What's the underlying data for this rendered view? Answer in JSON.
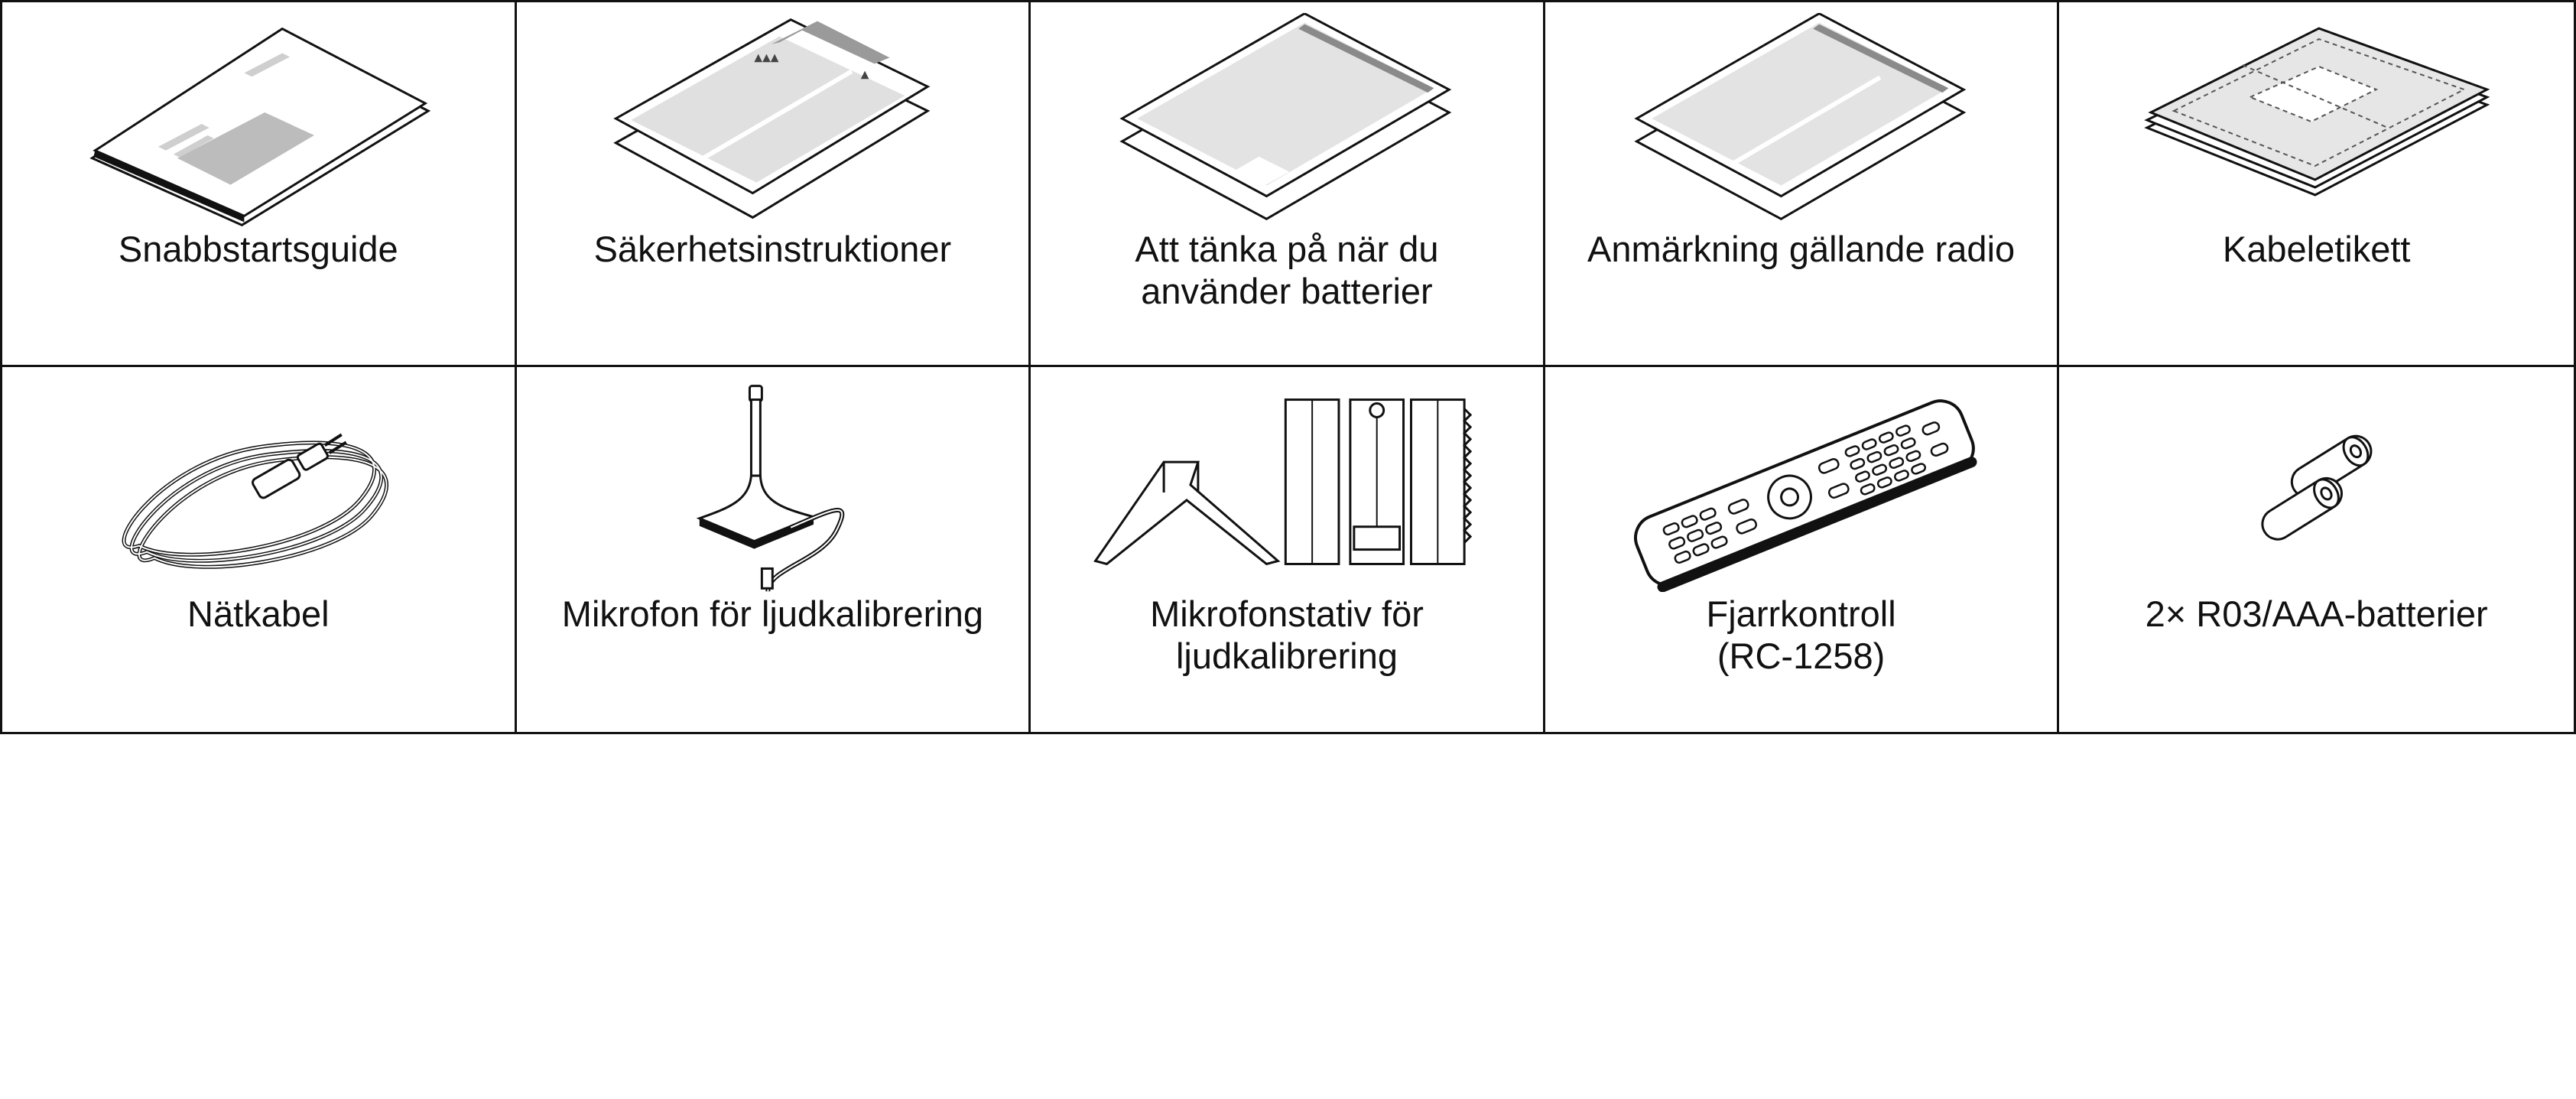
{
  "items": [
    {
      "label": "Snabbstartsguide",
      "icon": "quick-start-guide-icon"
    },
    {
      "label": "Säkerhetsinstruktioner",
      "icon": "safety-instructions-icon"
    },
    {
      "label": "Att tänka på när du\nanvänder batterier",
      "icon": "battery-notes-icon"
    },
    {
      "label": "Anmärkning gällande radio",
      "icon": "radio-notes-icon"
    },
    {
      "label": "Kabeletikett",
      "icon": "cable-label-icon"
    },
    {
      "label": "Nätkabel",
      "icon": "power-cord-icon"
    },
    {
      "label": "Mikrofon för ljudkalibrering",
      "icon": "microphone-icon"
    },
    {
      "label": "Mikrofonstativ för\nljudkalibrering",
      "icon": "microphone-stand-icon"
    },
    {
      "label": "Fjarrkontroll\n(RC-1258)",
      "icon": "remote-control-icon"
    },
    {
      "label": "2× R03/AAA-batterier",
      "icon": "aaa-batteries-icon"
    }
  ]
}
